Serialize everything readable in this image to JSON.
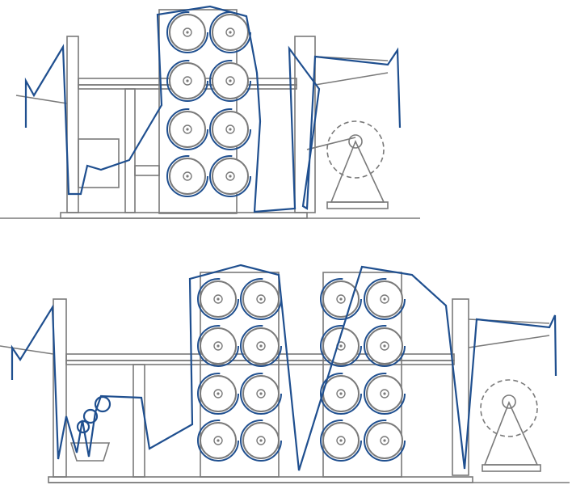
{
  "colors": {
    "frame": "#7a7a7a",
    "web": "#1f4f8f",
    "background": "#ffffff"
  },
  "machines": [
    {
      "name": "upper-machine",
      "cylinder_rows": 4,
      "cylinder_towers": 1
    },
    {
      "name": "lower-machine",
      "cylinder_rows": 4,
      "cylinder_towers": 2
    }
  ]
}
